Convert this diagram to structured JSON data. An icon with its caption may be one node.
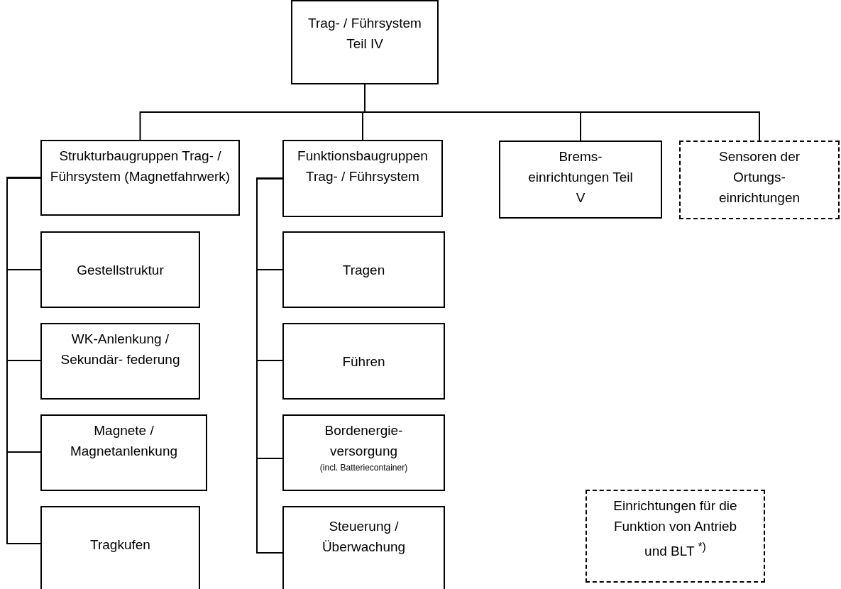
{
  "diagram": {
    "nodes": [
      {
        "text": [
          "Trag- / Führsystem Teil IV"
        ]
      },
      {
        "text": [
          "Strukturbaugruppen Trag- / Führsystem (Magnetfahrwerk)"
        ]
      },
      {
        "text": [
          "Funktionsbaugruppen Trag- / Führsystem"
        ]
      },
      {
        "text": [
          "Brems- einrichtungen Teil V"
        ]
      },
      {
        "text": [
          "Sensoren der Ortungs- einrichtungen"
        ]
      },
      {
        "text": [
          "Gestellstruktur"
        ]
      },
      {
        "text": [
          "WK-Anlenkung / Sekundär- federung"
        ]
      },
      {
        "text": [
          "Magnete / Magnetanlenkung"
        ]
      },
      {
        "text": [
          "Tragkufen"
        ]
      },
      {
        "text": [
          "Tragen"
        ]
      },
      {
        "text": [
          "Führen"
        ]
      },
      {
        "text": [
          "Bordenergie- versorgung",
          "(incl. Batteriecontainer)"
        ]
      },
      {
        "text": [
          "Steuerung / Überwachung"
        ]
      },
      {
        "text": [
          "Einrichtungen für die Funktion von Antrieb und BLT $^{*)}$"
        ]
      }
    ],
    "edges": [
      {
        "from": 0,
        "to": 1,
        "arrow": "none"
      },
      {
        "from": 0,
        "to": 2,
        "arrow": "none"
      },
      {
        "from": 0,
        "to": 3,
        "arrow": "none"
      },
      {
        "from": 0,
        "to": 4,
        "arrow": "none"
      },
      {
        "from": 1,
        "to": 5,
        "arrow": "none"
      },
      {
        "from": 1,
        "to": 6,
        "arrow": "none"
      },
      {
        "from": 1,
        "to": 7,
        "arrow": "none"
      },
      {
        "from": 1,
        "to": 8,
        "arrow": "none"
      },
      {
        "from": 2,
        "to": 9,
        "arrow": "none"
      },
      {
        "from": 2,
        "to": 10,
        "arrow": "none"
      },
      {
        "from": 2,
        "to": 11,
        "arrow": "none"
      },
      {
        "from": 2,
        "to": 12,
        "arrow": "none"
      }
    ]
  }
}
